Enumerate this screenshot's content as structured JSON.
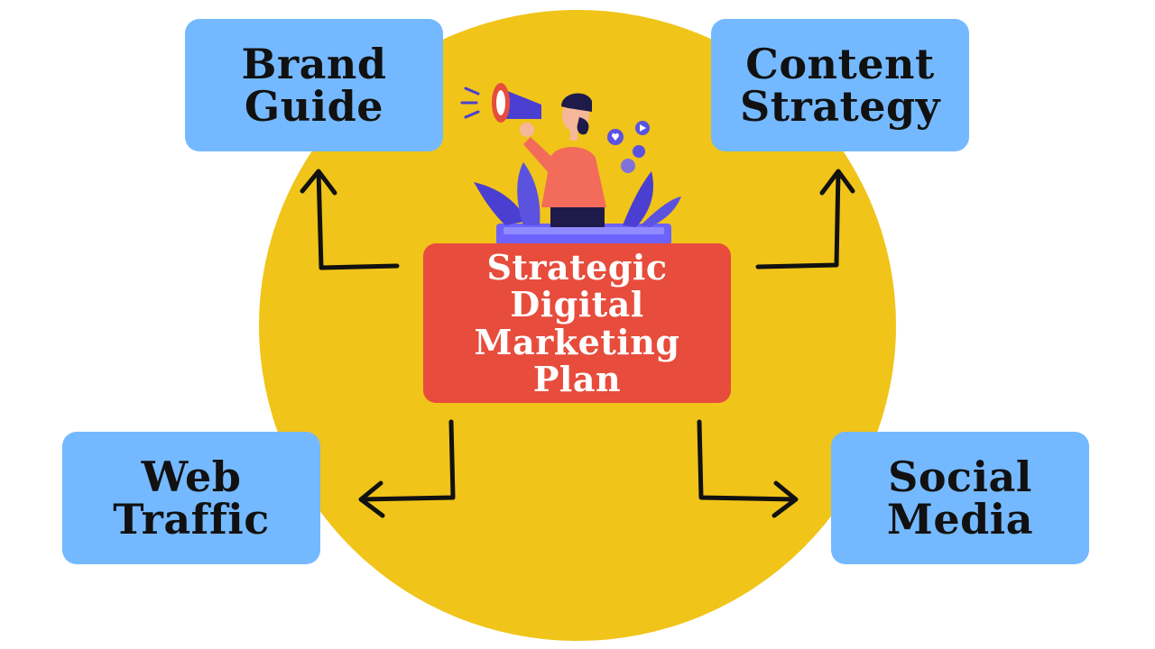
{
  "colors": {
    "circle": "#F0C419",
    "box": "#74B9FF",
    "center": "#E74C3C",
    "arrow": "#111111"
  },
  "center": {
    "label": "Strategic\nDigital\nMarketing\nPlan",
    "illustration": "marketer-with-megaphone-icon"
  },
  "nodes": {
    "brand": "Brand\nGuide",
    "content": "Content\nStrategy",
    "web": "Web\nTraffic",
    "social": "Social\nMedia"
  }
}
